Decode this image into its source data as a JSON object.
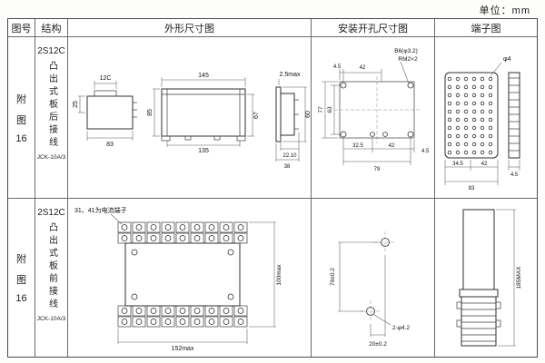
{
  "page": {
    "unit_label": "单位：mm"
  },
  "headers": {
    "fig_no": "图号",
    "structure": "结构",
    "outline": "外形尺寸图",
    "install": "安装开孔尺寸图",
    "terminal": "端子图"
  },
  "rows": [
    {
      "fig_lines": [
        "附",
        "图",
        "16"
      ],
      "model": "2S12C",
      "desc": "凸出式板后接线",
      "code": "JCK-10A/3",
      "outline": {
        "v1_top": "12C",
        "v1_left": "25",
        "v1_bottom": "83",
        "v2_top": "145",
        "v2_left": "85",
        "v2_right": "67",
        "v2_bottom": "135",
        "v3_top": "2.5max",
        "v3_right": "60",
        "v3_b1": "22.10",
        "v3_b2": "38"
      },
      "install": {
        "top1": "4.5",
        "top2": "42",
        "note1": "B6(φ3.2)",
        "note2": "RM2×2",
        "left_outer": "77",
        "left_inner": "63",
        "bottom1": "32.5",
        "bottom2": "42",
        "bottom3": "79",
        "right": "4.5"
      },
      "terminal": {
        "hole": "φ4",
        "bottom1": "34.5",
        "bottom2": "42",
        "bottom3": "83",
        "side": "4.5"
      }
    },
    {
      "fig_lines": [
        "附",
        "图",
        "16"
      ],
      "model": "2S12C",
      "desc": "凸出式板前接线",
      "code": "JCK-10A/3",
      "outline": {
        "note": "31、41为电流端子",
        "right": "100max",
        "bottom": "152max"
      },
      "install": {
        "left": "76±0.2",
        "hole": "2-φ4.2",
        "bottom": "20±0.2"
      },
      "terminal": {
        "right": "185MAX"
      }
    }
  ]
}
